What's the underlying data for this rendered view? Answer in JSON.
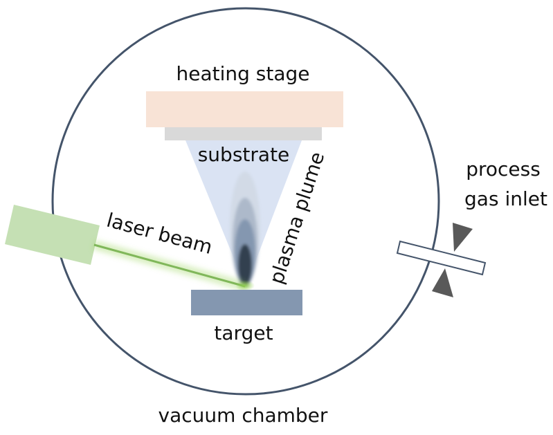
{
  "diagram": {
    "title": "Pulsed laser deposition setup",
    "labels": {
      "heating_stage": "heating stage",
      "substrate": "substrate",
      "plasma_plume": "plasma plume",
      "laser_beam": "laser beam",
      "target": "target",
      "process_gas_inlet_line1": "process",
      "process_gas_inlet_line2": "gas inlet",
      "vacuum_chamber": "vacuum chamber"
    },
    "colors": {
      "chamber_outline": "#44546a",
      "heating_stage": "#f8e3d6",
      "substrate": "#d9d9d9",
      "plume_cone": "#dae3f3",
      "plume_core": "#333f50",
      "target": "#8497b0",
      "laser_source": "#c5e0b4",
      "laser_beam": "#70ad47",
      "valve": "#595959"
    }
  }
}
